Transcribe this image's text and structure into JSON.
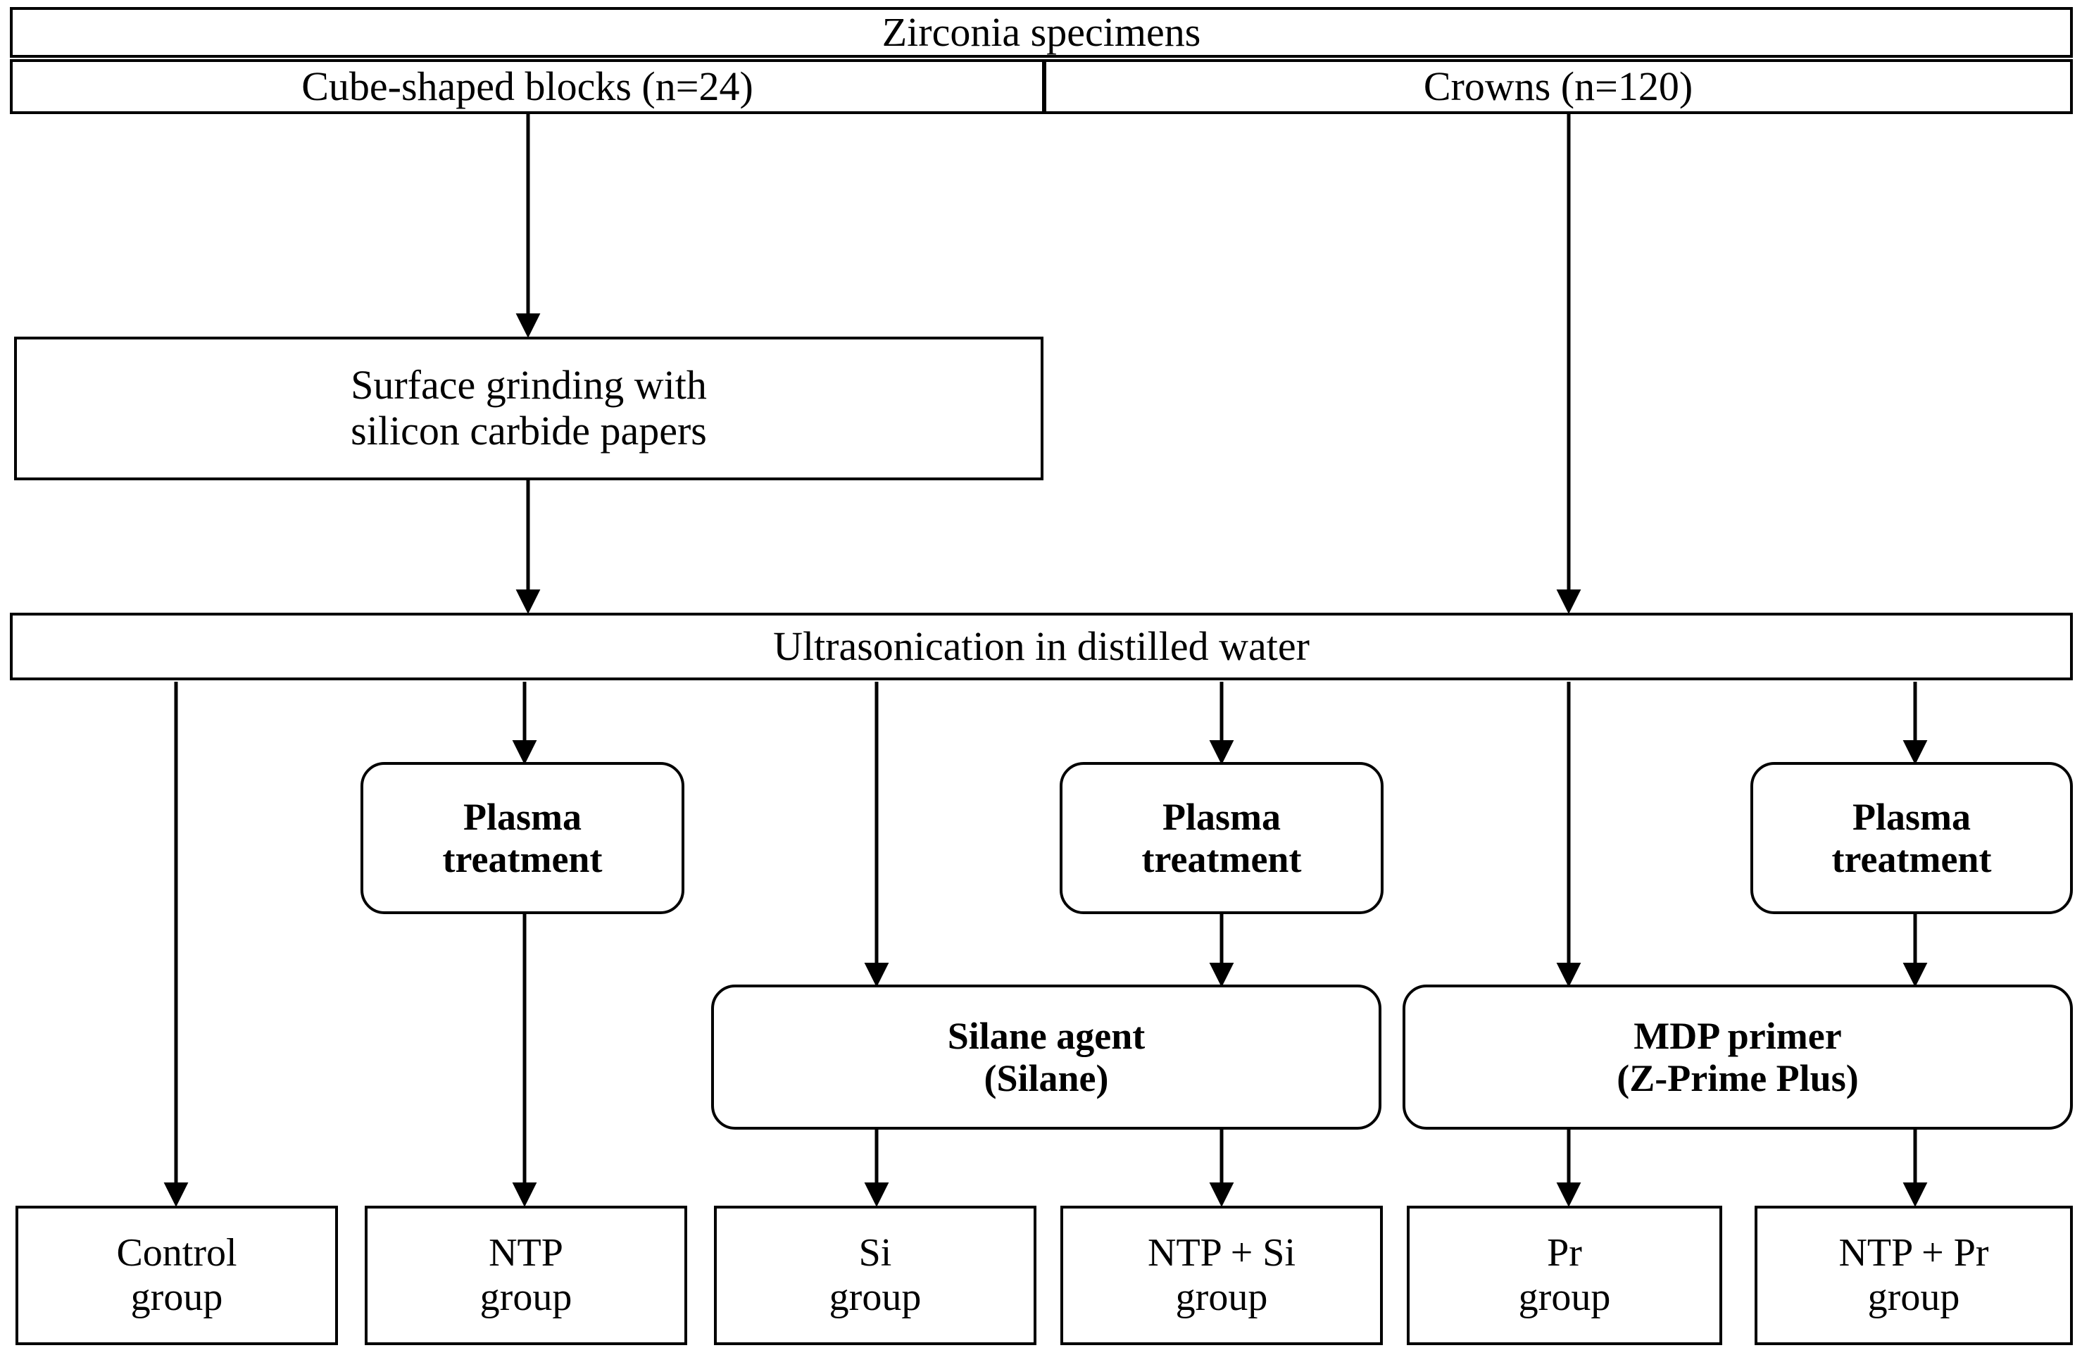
{
  "figure": {
    "type": "flowchart",
    "title": "Zirconia specimen experimental groups flowchart",
    "colors": {
      "stroke": "#000000",
      "fill": "#ffffff",
      "text": "#000000"
    }
  },
  "nodes": {
    "root": {
      "label": "Zirconia specimens"
    },
    "blocks": {
      "label": "Cube-shaped blocks (n=24)"
    },
    "crowns": {
      "label": "Crowns (n=120)"
    },
    "grinding": {
      "line1": "Surface grinding with",
      "line2": "silicon carbide papers"
    },
    "ultrasonication": {
      "label": "Ultrasonication in distilled water"
    },
    "plasma1": {
      "line1": "Plasma",
      "line2": "treatment"
    },
    "plasma2": {
      "line1": "Plasma",
      "line2": "treatment"
    },
    "plasma3": {
      "line1": "Plasma",
      "line2": "treatment"
    },
    "silane": {
      "line1": "Silane agent",
      "line2": "(Silane)"
    },
    "mdp": {
      "line1": "MDP primer",
      "line2": "(Z-Prime Plus)"
    }
  },
  "groups": [
    {
      "line1": "Control",
      "line2": "group"
    },
    {
      "line1": "NTP",
      "line2": "group"
    },
    {
      "line1": "Si",
      "line2": "group"
    },
    {
      "line1": "NTP + Si",
      "line2": "group"
    },
    {
      "line1": "Pr",
      "line2": "group"
    },
    {
      "line1": "NTP + Pr",
      "line2": "group"
    }
  ]
}
